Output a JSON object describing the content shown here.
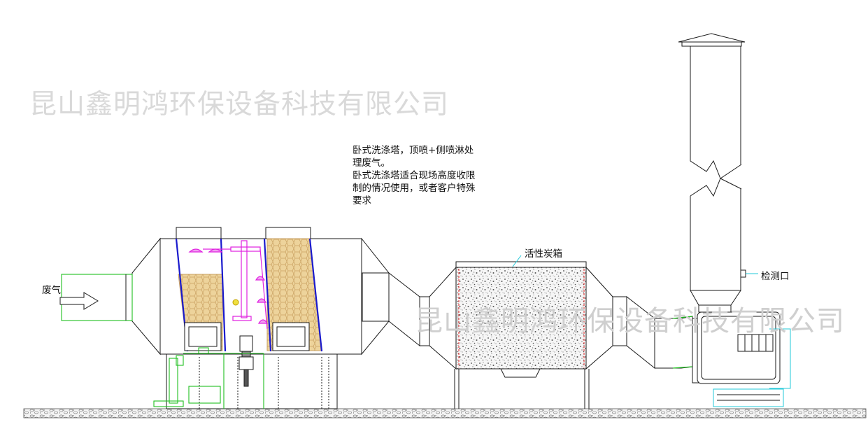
{
  "watermark": "昆山鑫明鸿环保设备科技有限公司",
  "description": [
    "卧式洗涤塔，顶喷+侧喷淋处",
    "理废气。",
    "卧式洗涤塔适合现场高度收限",
    "制的情况使用，或者客户特殊",
    "要求"
  ],
  "labels": {
    "carbon_box": "活性炭箱",
    "inspection_port": "检测口",
    "waste_gas": "废气"
  },
  "colors": {
    "outline": "#1a1a1a",
    "packing_fill": "#e8c98a",
    "blue_plate": "#1a1acd",
    "spray_pipe": "#e020e0",
    "green_pipe": "#20c020",
    "cyan_fan": "#20c8d8",
    "red_dash": "#e02020",
    "watermark": "#d9d9d9"
  }
}
